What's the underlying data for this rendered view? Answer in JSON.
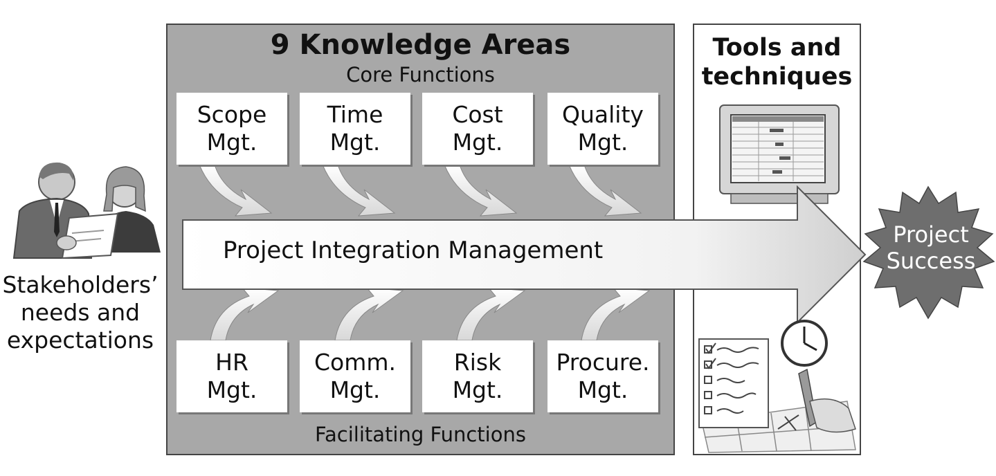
{
  "diagram": {
    "knowledge_areas": {
      "title": "9 Knowledge Areas",
      "subtitle": "Core Functions",
      "footer": "Facilitating Functions",
      "core": [
        {
          "line1": "Scope",
          "line2": "Mgt."
        },
        {
          "line1": "Time",
          "line2": "Mgt."
        },
        {
          "line1": "Cost",
          "line2": "Mgt."
        },
        {
          "line1": "Quality",
          "line2": "Mgt."
        }
      ],
      "facilitating": [
        {
          "line1": "HR",
          "line2": "Mgt."
        },
        {
          "line1": "Comm.",
          "line2": "Mgt."
        },
        {
          "line1": "Risk",
          "line2": "Mgt."
        },
        {
          "line1": "Procure.",
          "line2": "Mgt."
        }
      ]
    },
    "integration": "Project Integration Management",
    "stakeholders": {
      "line1": "Stakeholders’",
      "line2": "needs and",
      "line3": "expectations",
      "icon": "stakeholders-icon"
    },
    "tools": {
      "line1": "Tools and",
      "line2": "techniques",
      "icons": [
        "computer-monitor-icon",
        "checklist-clock-icon"
      ]
    },
    "success": {
      "line1": "Project",
      "line2": "Success",
      "icon": "starburst-icon"
    },
    "colors": {
      "panel": "#a8a8a8",
      "box": "#ffffff",
      "starburst": "#6e6e6e"
    }
  }
}
